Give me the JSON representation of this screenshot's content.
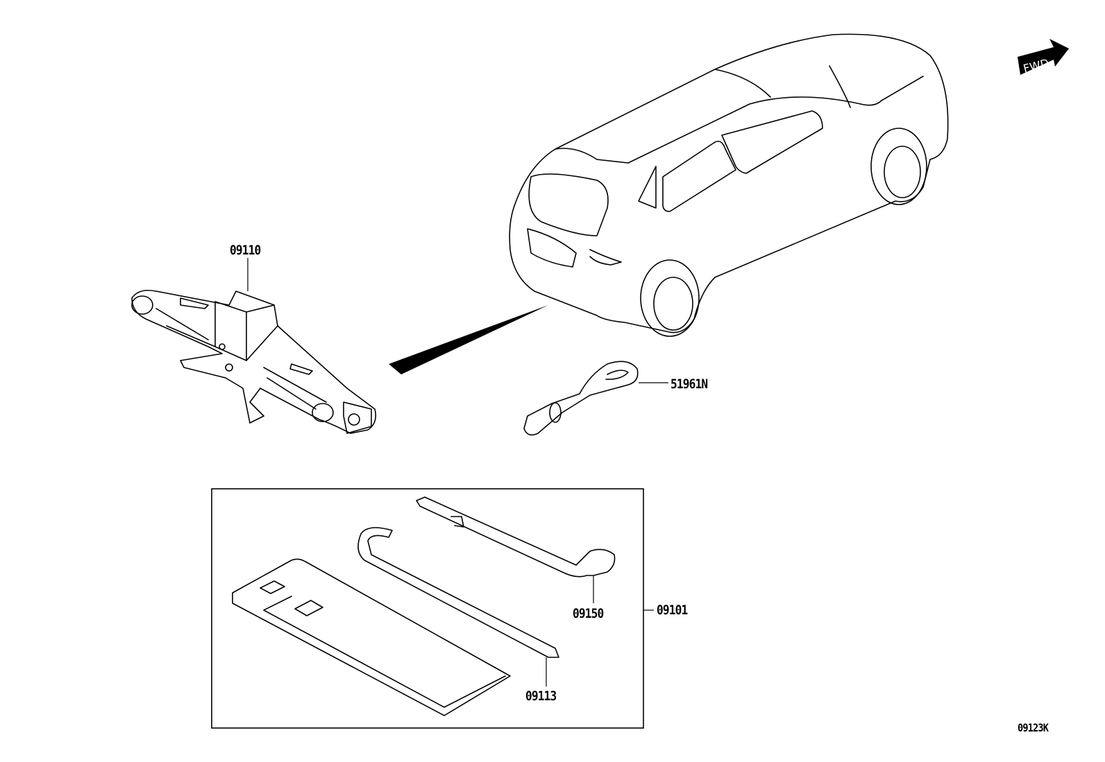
{
  "diagram": {
    "direction_badge": "FWD",
    "figure_code": "09123K",
    "parts": [
      {
        "id": "jack",
        "number": "09110"
      },
      {
        "id": "towing-eye",
        "number": "51961N"
      },
      {
        "id": "wheel-nut-wrench",
        "number": "09150"
      },
      {
        "id": "tool-kit-set",
        "number": "09101"
      },
      {
        "id": "jack-handle",
        "number": "09113"
      }
    ]
  }
}
